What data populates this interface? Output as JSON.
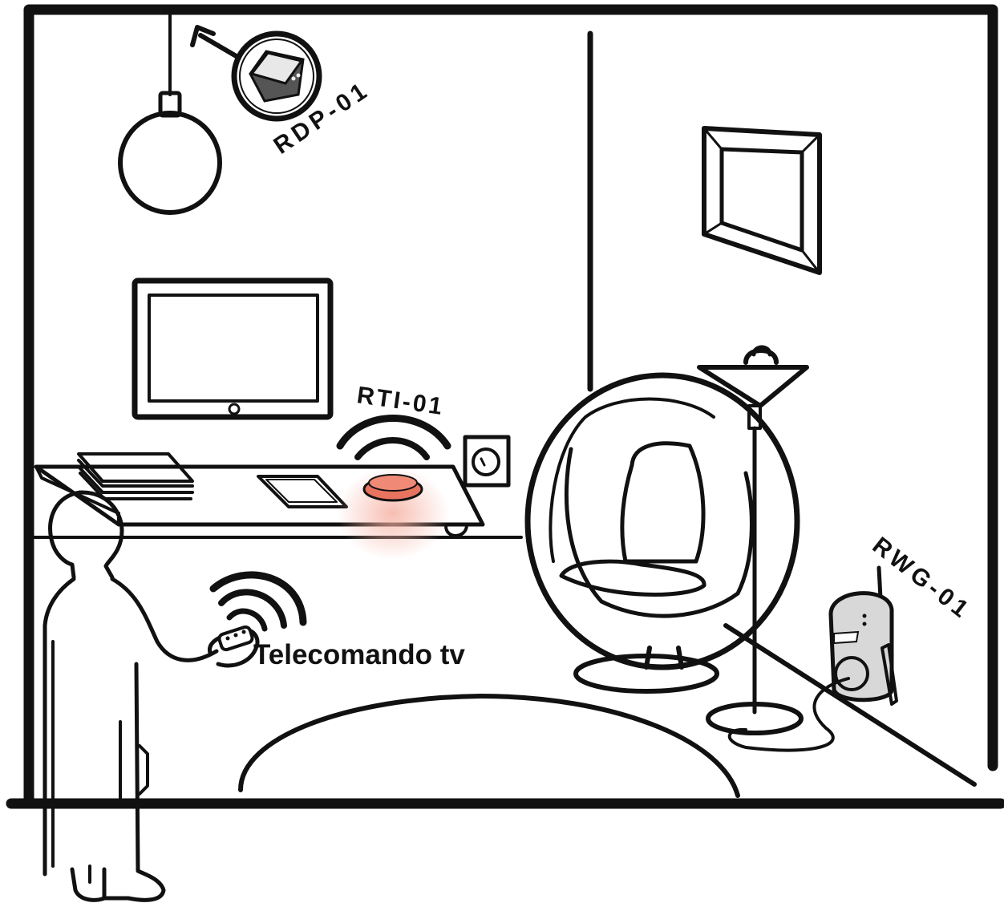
{
  "labels": {
    "rdp": "RDP-01",
    "rti": "RTI-01",
    "rwg": "RWG-01",
    "remote": "Telecomando tv"
  },
  "colors": {
    "ink": "#111111",
    "background": "#ffffff",
    "rti_button": "#e8735f",
    "rti_glow": "#f6b2a4"
  }
}
